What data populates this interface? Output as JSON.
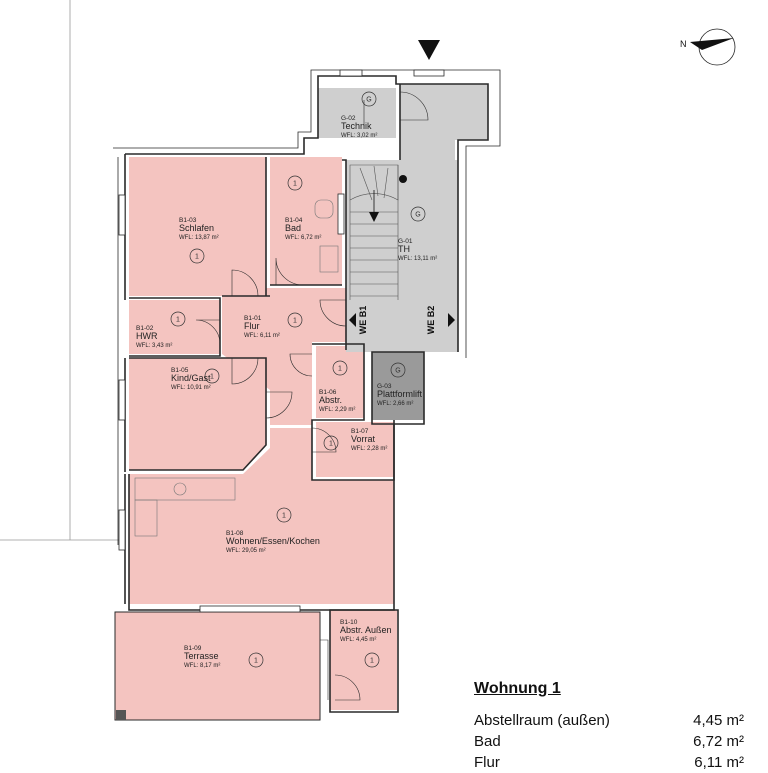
{
  "rooms": [
    {
      "key": "schlafen",
      "id": "B1-03",
      "name": "Schlafen",
      "wfl": "WFL: 13,87 m²",
      "marker": "1"
    },
    {
      "key": "bad",
      "id": "B1-04",
      "name": "Bad",
      "wfl": "WFL: 6,72 m²",
      "marker": "1"
    },
    {
      "key": "hwr",
      "id": "B1-02",
      "name": "HWR",
      "wfl": "WFL: 3,43 m²",
      "marker": "1"
    },
    {
      "key": "flur",
      "id": "B1-01",
      "name": "Flur",
      "wfl": "WFL: 6,11 m²",
      "marker": "1"
    },
    {
      "key": "kind",
      "id": "B1-05",
      "name": "Kind/Gast",
      "wfl": "WFL: 10,91 m²",
      "marker": "1"
    },
    {
      "key": "abstr",
      "id": "B1-06",
      "name": "Abstr.",
      "wfl": "WFL: 2,29 m²",
      "marker": "1"
    },
    {
      "key": "vorrat",
      "id": "B1-07",
      "name": "Vorrat",
      "wfl": "WFL: 2,28 m²",
      "marker": "1"
    },
    {
      "key": "wohnen",
      "id": "B1-08",
      "name": "Wohnen/Essen/Kochen",
      "wfl": "WFL: 29,05 m²",
      "marker": "1"
    },
    {
      "key": "terrasse",
      "id": "B1-09",
      "name": "Terrasse",
      "wfl": "WFL: 8,17 m²",
      "marker": "1"
    },
    {
      "key": "abstraussen",
      "id": "B1-10",
      "name": "Abstr. Außen",
      "wfl": "WFL: 4,45 m²",
      "marker": "1"
    },
    {
      "key": "technik",
      "id": "G-02",
      "name": "Technik",
      "wfl": "WFL: 3,02 m²",
      "marker": "G"
    },
    {
      "key": "th",
      "id": "G-01",
      "name": "TH",
      "wfl": "WFL: 13,11 m²",
      "marker": "G"
    },
    {
      "key": "lift",
      "id": "G-03",
      "name": "Plattformlift",
      "wfl": "WFL: 2,66 m²",
      "marker": "G"
    }
  ],
  "side_labels": {
    "left": "WE B1",
    "right": "WE B2"
  },
  "colors": {
    "apartment": "#f4c4c0",
    "common": "#cfcfcf",
    "lift": "#9a9a9a",
    "wall": "#2a2a2a"
  },
  "legend": {
    "title": "Wohnung 1",
    "rows": [
      {
        "label": "Abstellraum (außen)",
        "value": "4,45 m²"
      },
      {
        "label": "Bad",
        "value": "6,72 m²"
      },
      {
        "label": "Flur",
        "value": "6,11 m²"
      }
    ]
  }
}
